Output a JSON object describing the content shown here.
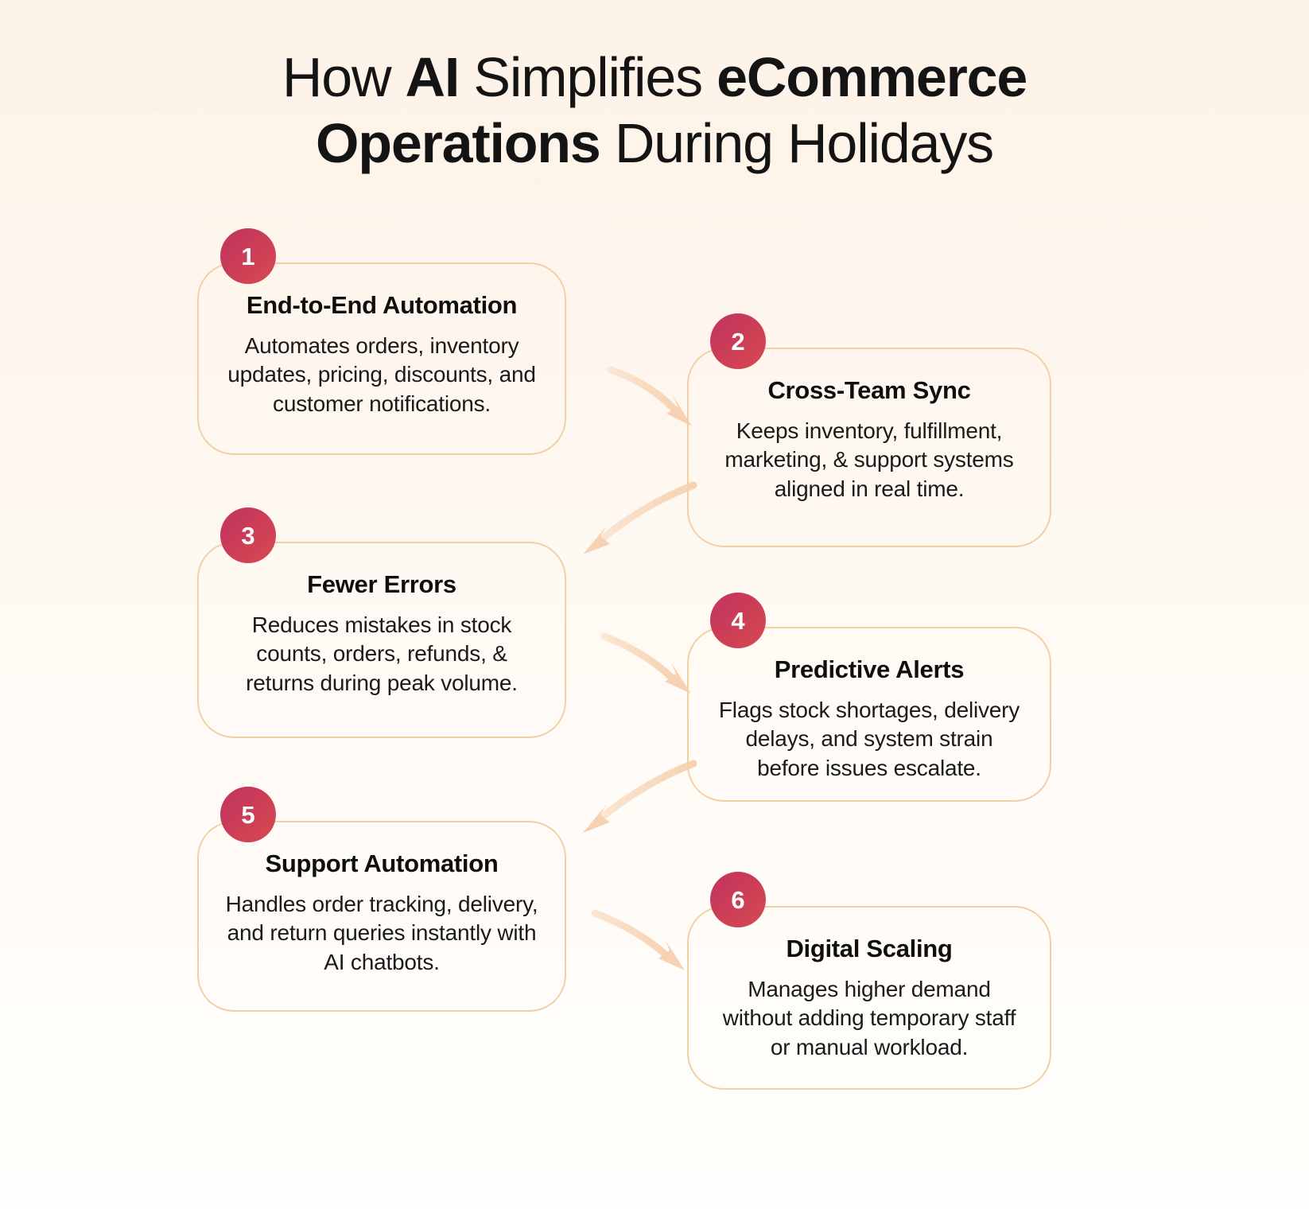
{
  "title": {
    "line1_part1": "How ",
    "line1_bold1": "AI",
    "line1_part2": " Simplifies ",
    "line1_bold2": "eCommerce",
    "line2_bold": "Operations",
    "line2_part": " During Holidays",
    "full": "How AI Simplifies eCommerce Operations During Holidays"
  },
  "theme": {
    "background_top": "#FDF2E6",
    "background_bottom": "#FFFEFC",
    "card_border": "#F3CFA6",
    "badge_gradient_from": "#C2355D",
    "badge_gradient_to": "#D64B51",
    "arrow_color": "#F7D9BC",
    "text_color": "#141414"
  },
  "steps": [
    {
      "number": "1",
      "title": "End-to-End Automation",
      "description": "Automates orders, inventory updates, pricing, discounts, and customer notifications."
    },
    {
      "number": "2",
      "title": "Cross-Team Sync",
      "description": "Keeps inventory, fulfillment, marketing, & support systems aligned in real time."
    },
    {
      "number": "3",
      "title": "Fewer Errors",
      "description": "Reduces mistakes in stock counts, orders, refunds, & returns during peak volume."
    },
    {
      "number": "4",
      "title": "Predictive Alerts",
      "description": "Flags stock shortages, delivery delays, and system strain before issues escalate."
    },
    {
      "number": "5",
      "title": "Support Automation",
      "description": "Handles order tracking, delivery, and return queries instantly with AI chatbots."
    },
    {
      "number": "6",
      "title": "Digital Scaling",
      "description": "Manages higher demand without adding temporary staff or manual workload."
    }
  ],
  "connectors": [
    {
      "name": "arrow-1-to-2",
      "direction": "right-down"
    },
    {
      "name": "arrow-2-to-3",
      "direction": "left-down"
    },
    {
      "name": "arrow-3-to-4",
      "direction": "right-down"
    },
    {
      "name": "arrow-4-to-5",
      "direction": "left-down"
    },
    {
      "name": "arrow-5-to-6",
      "direction": "right-down"
    }
  ]
}
